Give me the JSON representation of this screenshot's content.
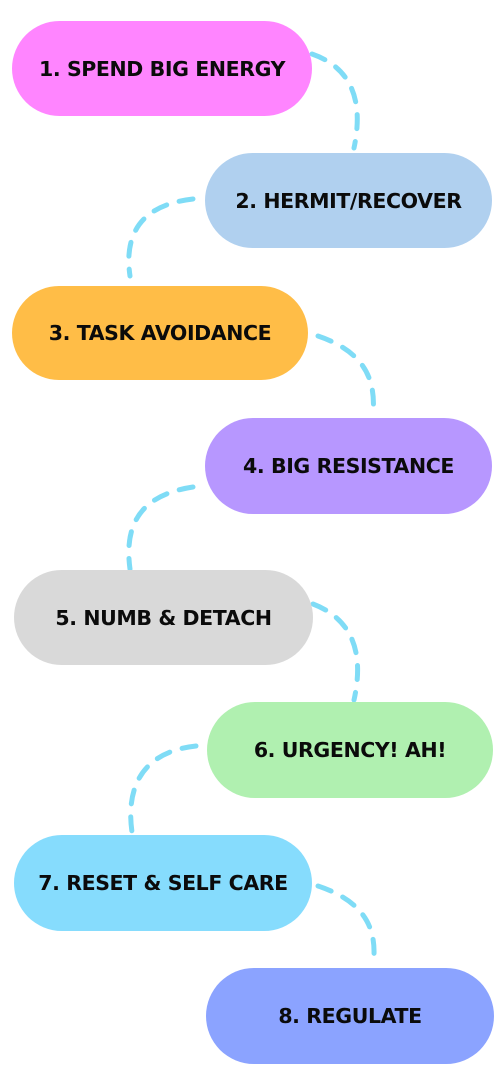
{
  "colors": {
    "connector": "#7fdcf6",
    "text": "#0b0b0b"
  },
  "steps": [
    {
      "label": "1. SPEND BIG ENERGY",
      "color": "#ff85ff"
    },
    {
      "label": "2. HERMIT/RECOVER",
      "color": "#b0d0ef"
    },
    {
      "label": "3. TASK AVOIDANCE",
      "color": "#ffbd47"
    },
    {
      "label": "4. BIG RESISTANCE",
      "color": "#b797ff"
    },
    {
      "label": "5. NUMB & DETACH",
      "color": "#d9d9d9"
    },
    {
      "label": "6. URGENCY! AH!",
      "color": "#b0f0b0"
    },
    {
      "label": "7. RESET & SELF CARE",
      "color": "#86dcfd"
    },
    {
      "label": "8. REGULATE",
      "color": "#8ba3ff"
    }
  ]
}
